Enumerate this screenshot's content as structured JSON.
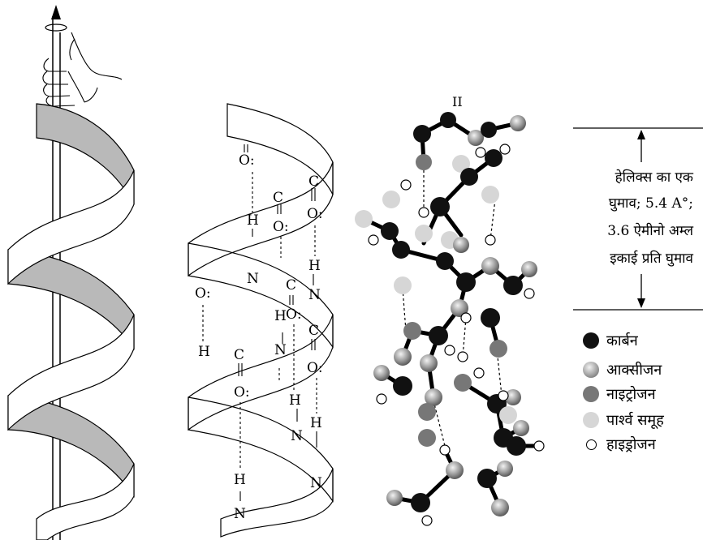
{
  "helix_labels": {
    "o1": "O:",
    "c1": "C",
    "o2": "O:",
    "c2": "C",
    "o3": "O:",
    "h1": "H",
    "h2": "H",
    "n1": "N",
    "n2": "N",
    "o4": "O:",
    "c3": "C",
    "o5": "O:",
    "h3": "H",
    "n3": "N",
    "c4": "C",
    "o6": "O:",
    "h4": "H",
    "c5": "C",
    "o7": "O:",
    "h5": "H",
    "h6": "H",
    "n4": "N",
    "n5": "N",
    "h7": "H",
    "n6": "N"
  },
  "parallel_mark": "II",
  "annotation": {
    "lines": [
      "हेलिक्स का एक",
      "घुमाव; 5.4 A°;",
      "3.6 ऐमीनो अम्ल",
      "इकाई प्रति घुमाव"
    ]
  },
  "legend": [
    {
      "label": "कार्बन",
      "color": "#111111",
      "kind": "carbon"
    },
    {
      "label": "आक्सीजन",
      "color": "#a8a8a8",
      "kind": "oxygen"
    },
    {
      "label": "नाइट्रोजन",
      "color": "#777777",
      "kind": "nitrogen"
    },
    {
      "label": "पार्श्व समूह",
      "color": "#d6d6d6",
      "kind": "side-group"
    },
    {
      "label": "हाइड्रोजन",
      "color": "#ffffff",
      "kind": "hydrogen"
    }
  ]
}
